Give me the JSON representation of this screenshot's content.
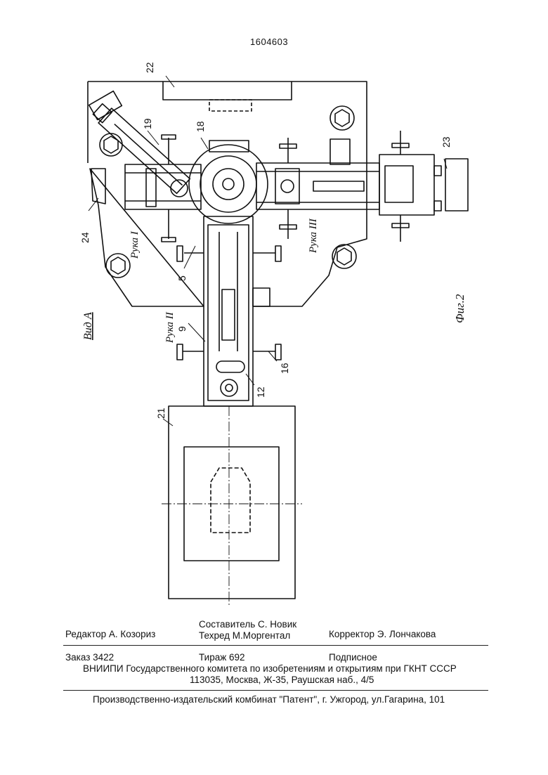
{
  "patent_number": "1604603",
  "drawing": {
    "figure_label": "Фиг.2",
    "view_label": "Вид А",
    "arm_labels": {
      "arm_1": "Рука I",
      "arm_2": "Рука II",
      "arm_3": "Рука III"
    },
    "callouts": {
      "n22": "22",
      "n19": "19",
      "n18": "18",
      "n23": "23",
      "n24": "24",
      "n5": "5",
      "n9": "9",
      "n16": "16",
      "n12": "12",
      "n21": "21"
    }
  },
  "imprint": {
    "editor": "Редактор  А. Козориз",
    "compiler": "Составитель С. Новик",
    "techred": "Техред М.Моргентал",
    "corrector": "Корректор  Э.  Лончакова",
    "order": "Заказ  3422",
    "circulation": "Тираж 692",
    "subscription": "Подписное",
    "org_line1": "ВНИИПИ Государственного комитета по изобретениям и открытиям при ГКНТ СССР",
    "org_line2": "113035, Москва, Ж-35, Раушская наб., 4/5",
    "publisher": "Производственно-издательский комбинат \"Патент\", г. Ужгород, ул.Гагарина, 101"
  }
}
